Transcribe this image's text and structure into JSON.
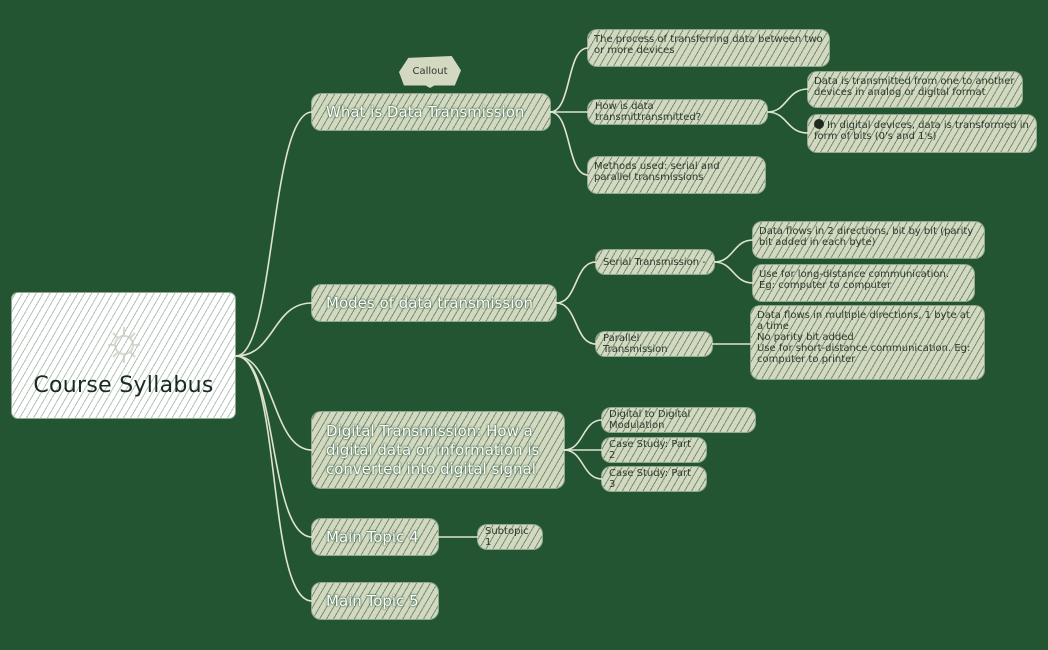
{
  "root": {
    "title": "Course Syllabus",
    "emblem_icon": "circuit-emblem-icon"
  },
  "callout": {
    "label": "Callout"
  },
  "topics": [
    {
      "label": "What is Data Transmission",
      "children": [
        {
          "label": "The process of transferring data between two or more devices"
        },
        {
          "label": "How is data transmittransmitted?",
          "children": [
            {
              "label": "Data is transmitted from one to another devices in analog or digital format"
            },
            {
              "label": "In digital devices, data is transformed in form of bits (0's and 1's)",
              "marker_icon": "black-dot-icon"
            }
          ]
        },
        {
          "label": "Methods used: serial and parallel transmissions"
        }
      ]
    },
    {
      "label": "Modes of data transmission",
      "children": [
        {
          "label": "Serial Transmission -",
          "children": [
            {
              "label": "Data flows in 2 directions, bit by bit (parity bit added in each byte)"
            },
            {
              "label": "Use for long-distance communication. Eg: computer to computer"
            }
          ]
        },
        {
          "label": "Parallel Transmission",
          "children": [
            {
              "lines": [
                "Data flows in multiple directions, 1 byte at a time",
                "No parity bit added",
                "Use for short-distance communication. Eg: computer to printer"
              ]
            }
          ]
        }
      ]
    },
    {
      "label": "Digital Transmission: How a digital data or information is converted into digital signal",
      "children": [
        {
          "label": "Digital to Digital Modulation"
        },
        {
          "label": "Case Study: Part 2"
        },
        {
          "label": "Case Study: Part 3"
        }
      ]
    },
    {
      "label": "Main Topic 4",
      "children": [
        {
          "label": "Subtopic 1"
        }
      ]
    },
    {
      "label": "Main Topic 5"
    }
  ],
  "colors": {
    "background": "#245533",
    "node_fill": "#d3d8c0",
    "line": "#dfe3cf",
    "root_fill": "#ffffff"
  }
}
